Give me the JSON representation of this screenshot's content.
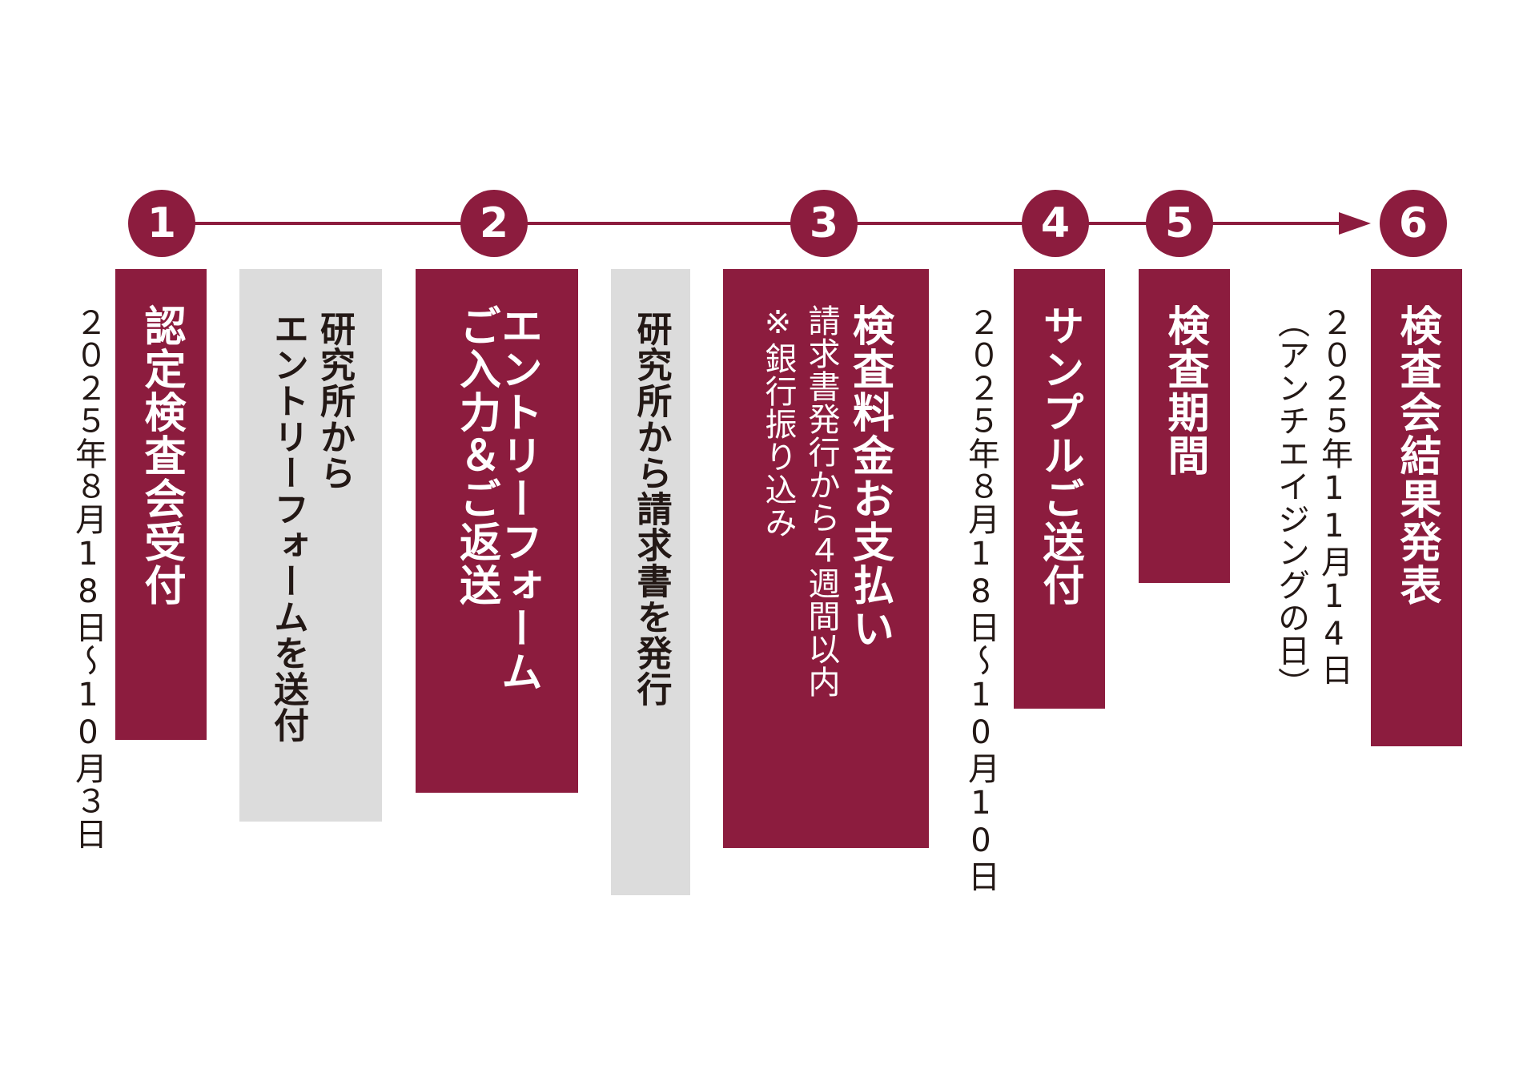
{
  "colors": {
    "accent": "#8c1c3e",
    "gray": "#dcdcdc",
    "text": "#231815"
  },
  "steps": [
    {
      "number": "1",
      "title": "認定検査会受付",
      "date": "２０２５年８月18日〜10月３日"
    },
    {
      "number": "2",
      "title": "エントリーフォーム ご入力＆ご返送"
    },
    {
      "number": "3",
      "title": "検査料金お支払い",
      "notes": [
        "請求書発行から４週間以内",
        "※銀行振り込み"
      ]
    },
    {
      "number": "4",
      "title": "サンプルご送付",
      "date": "２０２５年８月18日〜10月10日"
    },
    {
      "number": "5",
      "title": "検査期間"
    },
    {
      "number": "6",
      "title": "検査会結果発表",
      "date_lines": [
        "２０２５年11月14日",
        "（アンチエイジングの日）"
      ]
    }
  ],
  "lab_actions": [
    {
      "lines": [
        "研究所から",
        "エントリーフォームを送付"
      ]
    },
    {
      "lines": [
        "研究所から請求書を発行"
      ]
    }
  ]
}
